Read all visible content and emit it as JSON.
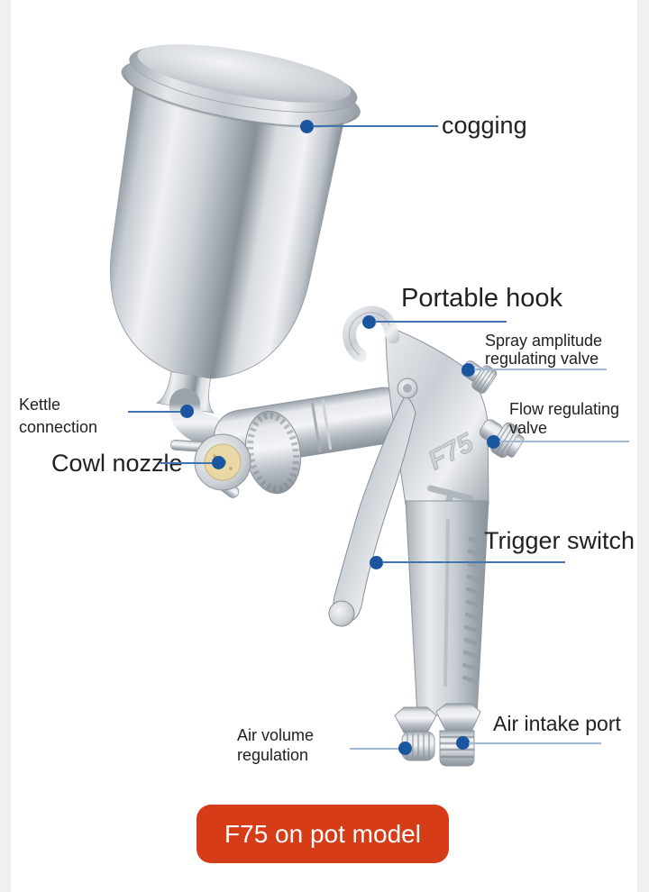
{
  "illustration": {
    "name": "F75 gravity-feed spray gun with paint pot",
    "body_marking": "F75"
  },
  "callouts": {
    "cogging": {
      "label": "cogging"
    },
    "portable_hook": {
      "label": "Portable hook"
    },
    "spray_amplitude_valve": {
      "line1": "Spray amplitude",
      "line2": "regulating valve"
    },
    "flow_regulating_valve": {
      "line1": "Flow regulating",
      "line2": "valve"
    },
    "kettle_connection": {
      "line1": "Kettle",
      "line2": "connection"
    },
    "cowl_nozzle": {
      "label": "Cowl nozzle"
    },
    "trigger_switch": {
      "label": "Trigger switch"
    },
    "air_volume_regulation": {
      "line1": "Air volume",
      "line2": "regulation"
    },
    "air_intake_port": {
      "label": "Air intake port"
    }
  },
  "footer": {
    "model_button_label": "F75 on pot model"
  },
  "colors": {
    "callout_dot": "#1a55a0",
    "leader_line_dark": "#4273b2",
    "leader_line_light": "#9db9d4",
    "button_background": "#d63c17",
    "button_text": "#ffffff",
    "label_text": "#212121",
    "side_strip": "#f0f0f1"
  }
}
